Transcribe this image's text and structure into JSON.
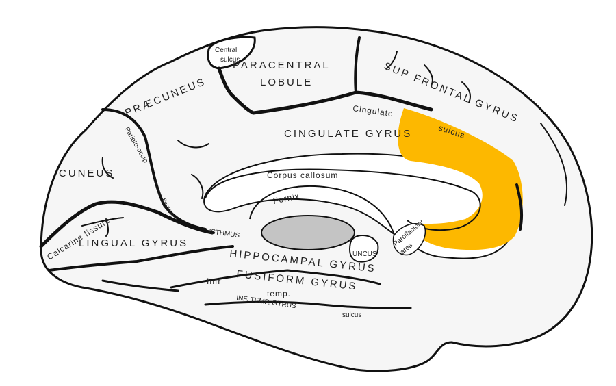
{
  "colors": {
    "outline": "#111111",
    "brain_fill": "#f6f6f6",
    "highlight": "#fdb800",
    "thalamus": "#c4c4c4",
    "background": "#ffffff"
  },
  "labels": {
    "central_sulcus_1": "Central",
    "central_sulcus_2": "sulcus",
    "paracentral_1": "PARACENTRAL",
    "paracentral_2": "LOBULE",
    "sup_frontal": "SUP FRONTAL GYRUS",
    "praecuneus": "PRÆCUNEUS",
    "cingulate_sulcus_1": "Cingulate",
    "cingulate_sulcus_2": "sulcus",
    "cingulate_gyrus": "CINGULATE GYRUS",
    "parieto_occip": "Parieto-occip",
    "fissure": "fissure",
    "cuneus": "CUNEUS",
    "corpus_callosum": "Corpus callosum",
    "fornix": "Fornix",
    "calcarine_fissure": "Calcarine fissure",
    "isthmus": "ISTHMUS",
    "lingual_gyrus": "LINGUAL GYRUS",
    "uncus": "UNCUS",
    "parolfactory_1": "Parolfactory",
    "parolfactory_2": "area",
    "hippocampal_gyrus": "HIPPOCAMPAL GYRUS",
    "fusiform_gyrus": "FUSIFORM GYRUS",
    "infr": "Infr",
    "temp": "temp.",
    "inf_temp_gyrus": "INF. TEMP. GYRUS",
    "sulcus_bottom": "sulcus"
  }
}
